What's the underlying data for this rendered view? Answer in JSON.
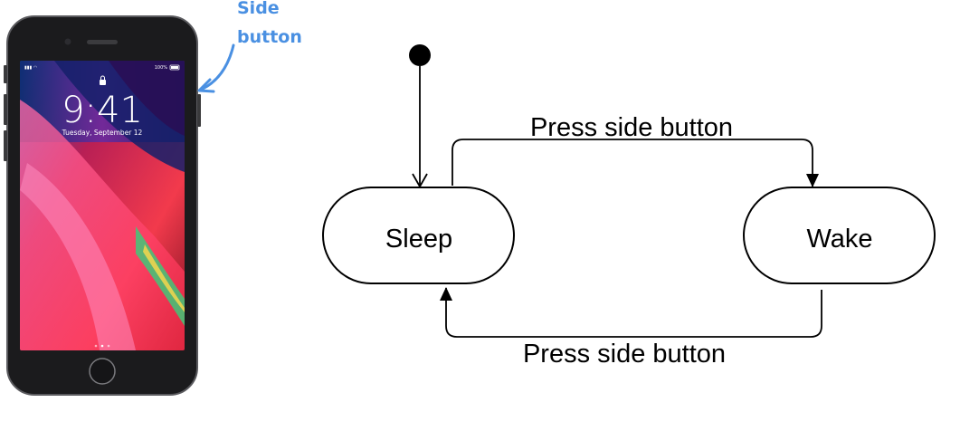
{
  "phone": {
    "side_button_label_line1": "Side",
    "side_button_label_line2": "button",
    "status_battery": "100%",
    "lock_time": "9:41",
    "lock_date": "Tuesday, September 12"
  },
  "diagram": {
    "states": [
      {
        "id": "sleep",
        "label": "Sleep"
      },
      {
        "id": "wake",
        "label": "Wake"
      }
    ],
    "transitions": [
      {
        "from": "sleep",
        "to": "wake",
        "label": "Press side button"
      },
      {
        "from": "wake",
        "to": "sleep",
        "label": "Press side button"
      }
    ],
    "initial_state": "sleep"
  },
  "colors": {
    "annotation": "#4a90e2",
    "phone_body": "#1b1b1d",
    "stroke": "#000000"
  }
}
